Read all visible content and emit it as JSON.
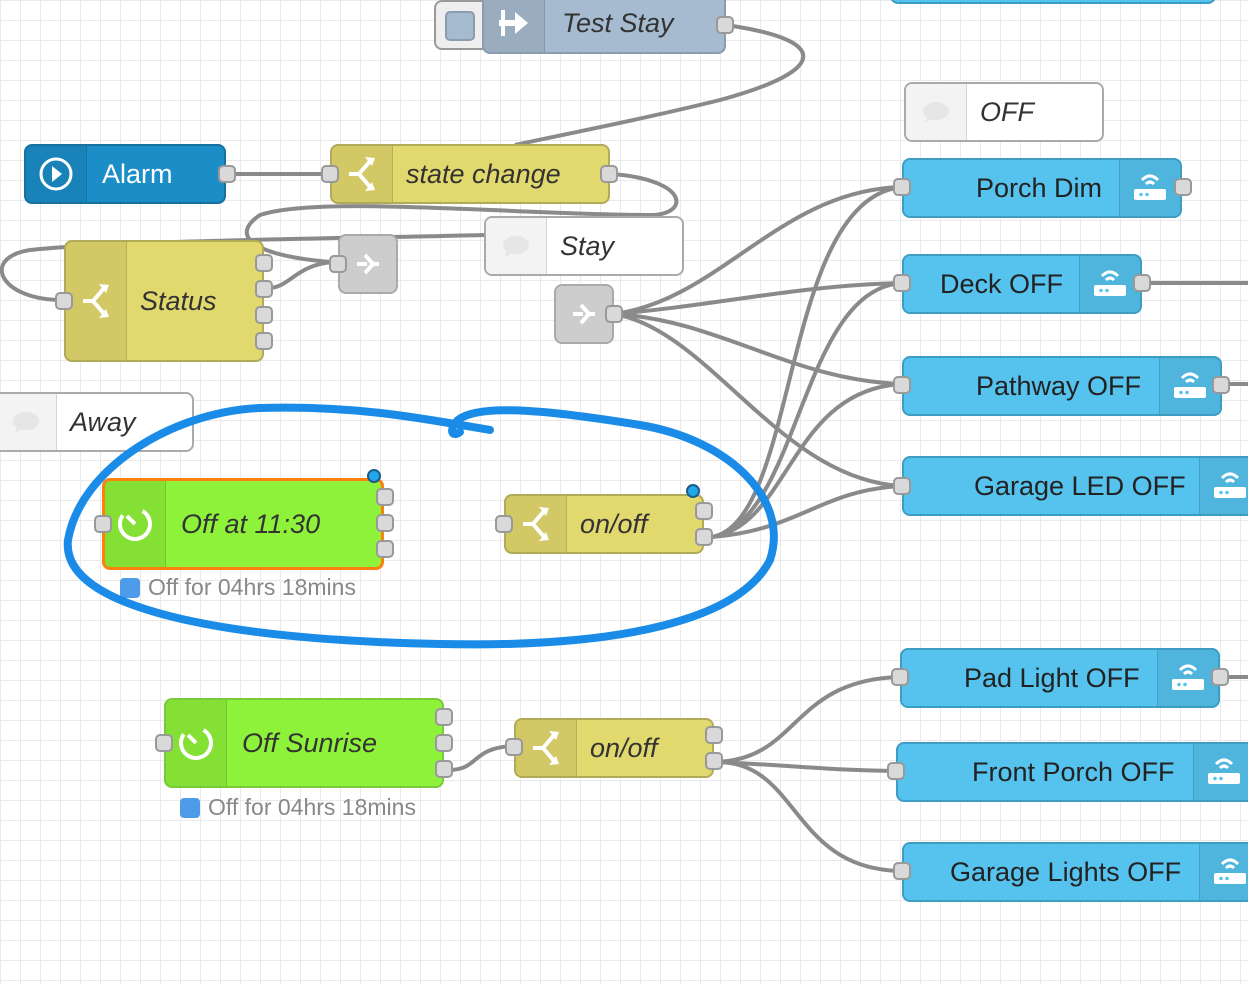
{
  "flow": {
    "nodes": {
      "test_stay": "Test Stay",
      "off_comment": "OFF",
      "alarm": "Alarm",
      "state_change": "state change",
      "porch_dim": "Porch Dim",
      "stay_comment": "Stay",
      "status": "Status",
      "deck_off": "Deck OFF",
      "pathway_off": "Pathway OFF",
      "away_comment": "Away",
      "garage_led_off": "Garage LED OFF",
      "off_at": "Off at 11:30",
      "onoff_1": "on/off",
      "pad_light_off": "Pad Light OFF",
      "off_sunrise": "Off Sunrise",
      "onoff_2": "on/off",
      "front_porch_off": "Front Porch OFF",
      "garage_lights_off": "Garage Lights OFF"
    },
    "statuses": {
      "off_at": "Off for 04hrs 18mins",
      "off_sunrise": "Off for 04hrs 18mins"
    },
    "icons": {
      "inject": "arrow-right-icon",
      "alarm": "alarm-input-icon",
      "switch": "switch-branch-icon",
      "comment": "comment-bubble-icon",
      "link": "link-icon",
      "timer": "timer-icon",
      "light": "router-wifi-icon"
    },
    "colors": {
      "switch": "#e2d96e",
      "inject": "#a6bbcf",
      "alarm": "#1b8dc7",
      "light": "#55c3ed",
      "timer": "#8ef23a",
      "selected_border": "#ff7f0e",
      "wire": "#888888",
      "annotation": "#1a8ce8",
      "status_dot": "#4d9be9"
    }
  }
}
